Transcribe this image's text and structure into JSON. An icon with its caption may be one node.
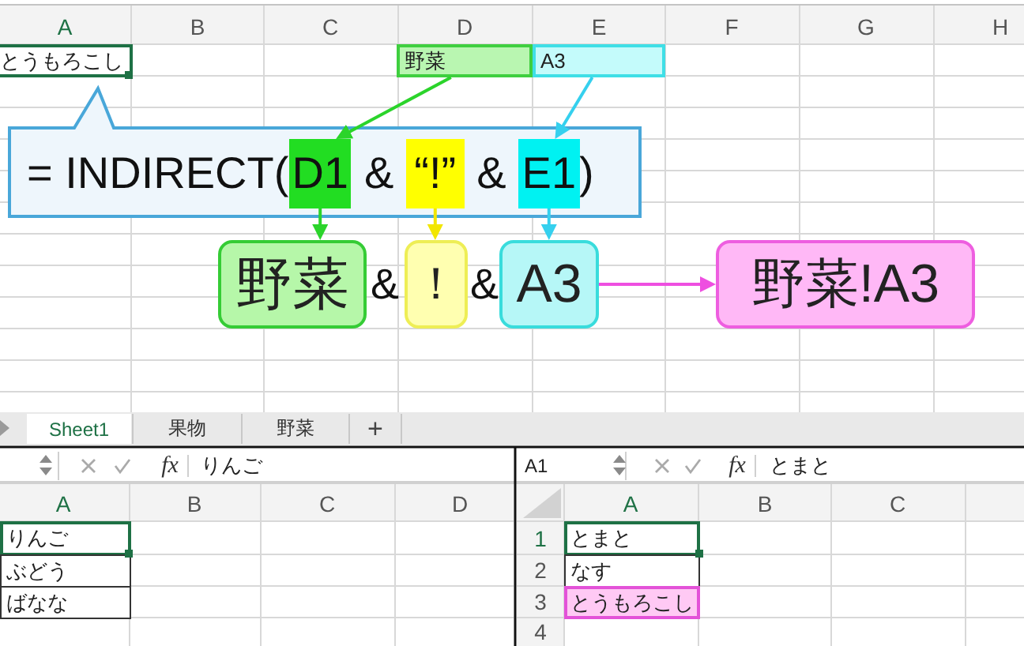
{
  "diagram": {
    "nodes": [
      {
        "text": [
          "とうもろこし"
        ]
      },
      {
        "text": [
          "野菜"
        ]
      },
      {
        "text": [
          "A3"
        ]
      },
      {
        "text": [
          "= INDIRECT(",
          "&",
          "&",
          ")"
        ]
      },
      {
        "text": [
          "D1"
        ],
        "in": 3
      },
      {
        "text": [
          "“!”"
        ],
        "in": 3
      },
      {
        "text": [
          "E1"
        ],
        "in": 3
      },
      {
        "text": [
          "野菜"
        ]
      },
      {
        "text": [
          "！"
        ]
      },
      {
        "text": [
          "A3"
        ]
      },
      {
        "text": [
          "野菜!A3"
        ]
      },
      {
        "text": [
          "とうもろこし"
        ]
      }
    ],
    "edges": [
      {
        "from": 1,
        "to": 4,
        "arrow": "to",
        "color": "#2bd42b"
      },
      {
        "from": 2,
        "to": 6,
        "arrow": "to",
        "color": "#35d0ee"
      },
      {
        "from": 4,
        "to": 7,
        "arrow": "to",
        "color": "#2bd42b"
      },
      {
        "from": 5,
        "to": 8,
        "arrow": "to",
        "color": "#f2e600"
      },
      {
        "from": 6,
        "to": 9,
        "arrow": "to",
        "color": "#35d0ee"
      },
      {
        "from": 9,
        "to": 10,
        "arrow": "to",
        "color": "#ee4fe0"
      }
    ],
    "labels": [
      "A",
      "B",
      "C",
      "D",
      "E",
      "F",
      "G",
      "H",
      "&",
      "&",
      "Sheet1",
      "果物",
      "野菜",
      "+",
      "fx",
      "りんご",
      "A",
      "B",
      "C",
      "D",
      "りんご",
      "ぶどう",
      "ばなな",
      "A1",
      "fx",
      "とまと",
      "A",
      "B",
      "C",
      "1",
      "2",
      "3",
      "4",
      "とまと",
      "なす"
    ]
  }
}
